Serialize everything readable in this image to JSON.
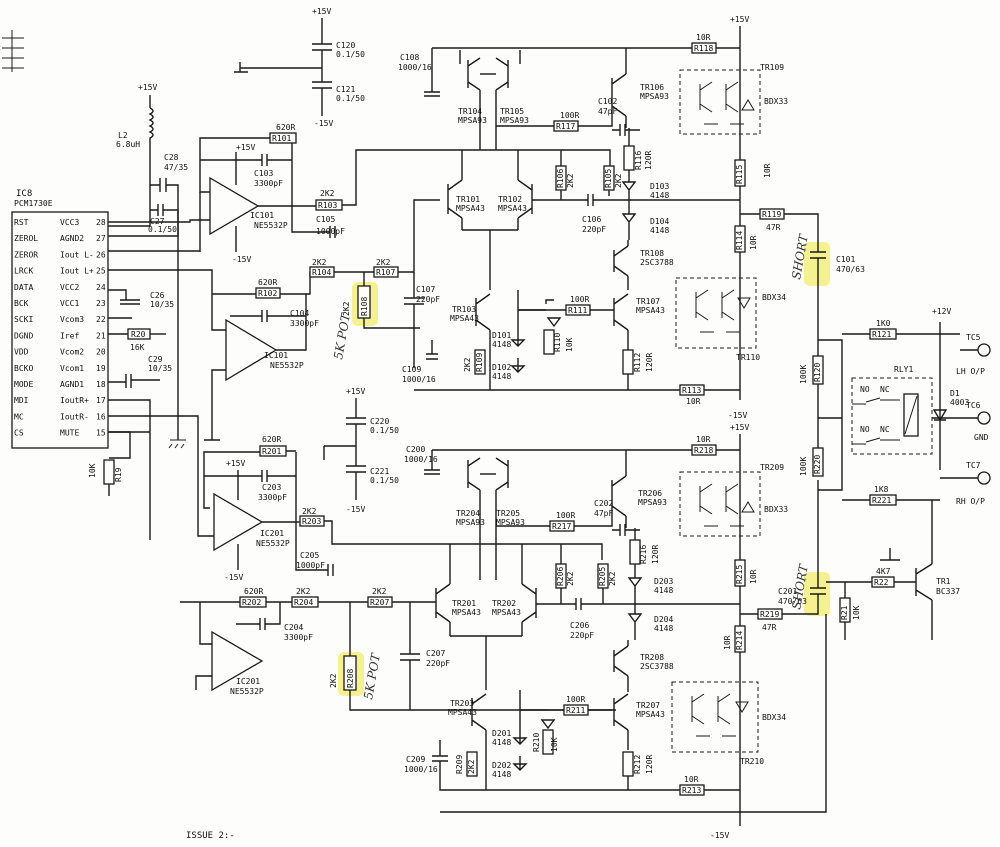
{
  "power": {
    "p15_top": "+15V",
    "m15_top": "-15V",
    "p15_mid": "+15V",
    "m15_mid": "-15V",
    "p15_left": "+15V",
    "m15_left": "-15V",
    "p15_ch2": "+15V",
    "m15_ch2": "-15V",
    "p15_r1": "+15V",
    "m15_r1": "-15V",
    "p15_r2": "+15V",
    "m15_bot": "-15V",
    "p15_c2": "+15V",
    "p15_c2b": "+15V",
    "m15_c2": "-15V",
    "p12": "+12V",
    "p15_ic1": "+15V",
    "m15_ic1": "-15V"
  },
  "ic8": {
    "ref": "IC8",
    "part": "PCM1730E",
    "pins": [
      {
        "name": "VCC3",
        "num": "28"
      },
      {
        "name": "AGND2",
        "num": "27"
      },
      {
        "name": "Iout L-",
        "num": "26"
      },
      {
        "name": "Iout L+",
        "num": "25"
      },
      {
        "name": "VCC2",
        "num": "24"
      },
      {
        "name": "VCC1",
        "num": "23"
      },
      {
        "name": "Vcom3",
        "num": "22"
      },
      {
        "name": "Iref",
        "num": "21"
      },
      {
        "name": "Vcom2",
        "num": "20"
      },
      {
        "name": "Vcom1",
        "num": "19"
      },
      {
        "name": "AGND1",
        "num": "18"
      },
      {
        "name": "IoutR+",
        "num": "17"
      },
      {
        "name": "IoutR-",
        "num": "16"
      },
      {
        "name": "MUTE",
        "num": "15"
      }
    ],
    "left_pins": [
      "RST",
      "ZEROL",
      "ZEROR",
      "LRCK",
      "DATA",
      "BCK",
      "SCKI",
      "DGND",
      "VDD",
      "BCKO",
      "MODE",
      "MDI",
      "MC",
      "CS"
    ]
  },
  "parts": {
    "L2": "L2",
    "L2v": "6.8uH",
    "C28": "C28",
    "C28v": "47/35",
    "C27": "C27",
    "C27v": "0.1/50",
    "C26": "C26",
    "C26v": "10/35",
    "C29": "C29",
    "C29v": "10/35",
    "R20": "R20",
    "R20v": "16K",
    "R19": "R19",
    "R19v": "10K",
    "C120": "C120",
    "C120v": "0.1/50",
    "C121": "C121",
    "C121v": "0.1/50",
    "C220": "C220",
    "C220v": "0.1/50",
    "C221": "C221",
    "C221v": "0.1/50",
    "C108": "C108",
    "C108v": "1000/16",
    "C109": "C109",
    "C109v": "1000/16",
    "C200": "C200",
    "C200v": "1000/16",
    "C209": "C209",
    "C209v": "1000/16",
    "R101": "R101",
    "R101v": "620R",
    "R102": "R102",
    "R102v": "620R",
    "R201": "R201",
    "R201v": "620R",
    "R202": "R202",
    "R202v": "620R",
    "C103": "C103",
    "C103v": "3300pF",
    "C104": "C104",
    "C104v": "3300pF",
    "C203": "C203",
    "C203v": "3300pF",
    "C204": "C204",
    "C204v": "3300pF",
    "IC101": "IC101",
    "IC101p": "NE5532P",
    "IC101b": "IC101",
    "IC101bp": "NE5532P",
    "IC201": "IC201",
    "IC201p": "NE5532P",
    "IC201b": "IC201",
    "IC201bp": "NE5532P",
    "R103": "R103",
    "R103v": "2K2",
    "R104": "R104",
    "R104v": "2K2",
    "R107": "R107",
    "R107v": "2K2",
    "R108": "R108",
    "R108v": "2K2",
    "R203": "R203",
    "R203v": "2K2",
    "R204": "R204",
    "R204v": "2K2",
    "R207": "R207",
    "R207v": "2K2",
    "R208": "R208",
    "R208v": "2K2",
    "C105": "C105",
    "C105v": "1000pF",
    "C107": "C107",
    "C107v": "220pF",
    "C205": "C205",
    "C205v": "1000pF",
    "C207": "C207",
    "C207v": "220pF",
    "TR104": "TR104",
    "TR105": "TR105",
    "TR204": "TR204",
    "TR205": "TR205",
    "mpsa93": "MPSA93",
    "TR101": "TR101",
    "TR102": "TR102",
    "TR201": "TR201",
    "TR202": "TR202",
    "mpsa43": "MPSA43",
    "TR103": "TR103",
    "TR203": "TR203",
    "TR106": "TR106",
    "TR206": "TR206",
    "TR107": "TR107",
    "TR207": "TR207",
    "TR108": "TR108",
    "TR208": "TR208",
    "sc3788": "2SC3788",
    "TR109": "TR109",
    "TR110": "TR110",
    "TR209": "TR209",
    "TR210": "TR210",
    "bdx33": "BDX33",
    "bdx34": "BDX34",
    "R105": "R105",
    "R106": "R106",
    "R205": "R205",
    "R206": "R206",
    "v2k2": "2K2",
    "R109": "R109",
    "R209": "R209",
    "R110": "R110",
    "R210": "R210",
    "v10k": "10K",
    "R111": "R111",
    "R211": "R211",
    "R117": "R117",
    "R217": "R217",
    "v100r": "100R",
    "R112": "R112",
    "R212": "R212",
    "R116": "R116",
    "R216": "R216",
    "v120r": "120R",
    "R113": "R113",
    "R213": "R213",
    "R118": "R118",
    "R218": "R218",
    "v10r": "10R",
    "R114": "R114",
    "R115": "R115",
    "R214": "R214",
    "R215": "R215",
    "R119": "R119",
    "R219": "R219",
    "v47r": "47R",
    "C102": "C102",
    "C202": "C202",
    "v47pf": "47pF",
    "C106": "C106",
    "C206": "C206",
    "v220pf": "220pF",
    "C101": "C101",
    "C201": "C201",
    "v470": "470/63",
    "D101": "D101",
    "D102": "D102",
    "D103": "D103",
    "D104": "D104",
    "D201": "D201",
    "D202": "D202",
    "D203": "D203",
    "D204": "D204",
    "v4148": "4148",
    "R120": "R120",
    "R220": "R220",
    "v100k": "100K",
    "R121": "R121",
    "R221": "R221",
    "v1k0": "1K0",
    "v1k8": "1K8",
    "RLY1": "RLY1",
    "NO": "NO",
    "NC": "NC",
    "D1": "D1",
    "D1v": "4003",
    "R22": "R22",
    "R22v": "4K7",
    "R21": "R21",
    "R21v": "10K",
    "TR1": "TR1",
    "TR1v": "BC337"
  },
  "outputs": {
    "TC5": "TC5",
    "TC5l": "LH O/P",
    "TC6": "TC6",
    "TC6l": "GND",
    "TC7": "TC7",
    "TC7l": "RH O/P"
  },
  "notes": {
    "issue": "ISSUE 2:-",
    "short1": "SHORT",
    "short2": "SHORT",
    "pot1": "5K POT",
    "pot2": "5K POT"
  }
}
